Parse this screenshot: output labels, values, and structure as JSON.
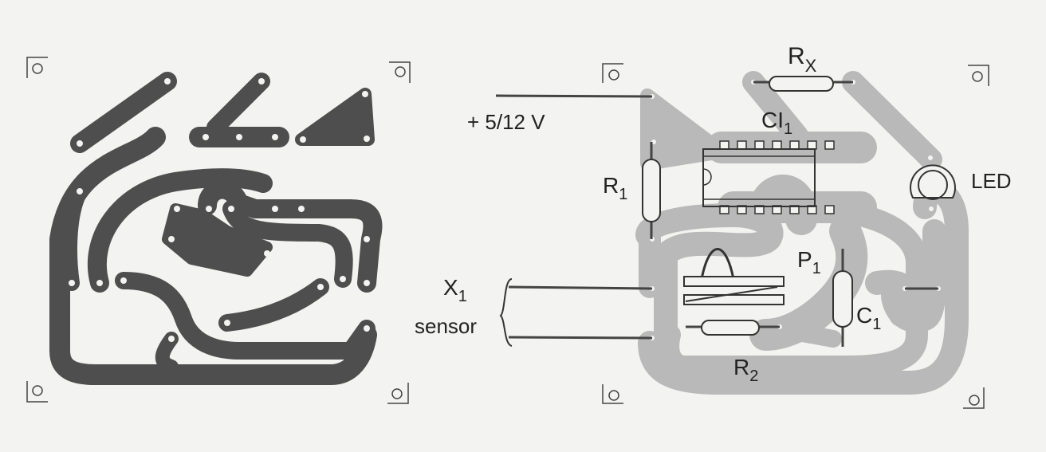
{
  "title": "PCB layout - copper side and component side",
  "colors": {
    "copper_side": "#4e4e4e",
    "component_side_copper": "#b9b9b9",
    "ink": "#222222"
  },
  "labels": {
    "supply": "+ 5/12 V",
    "rx": {
      "main": "R",
      "sub": "X"
    },
    "ci1": {
      "main": "CI",
      "sub": "1"
    },
    "r1": {
      "main": "R",
      "sub": "1"
    },
    "led": "LED",
    "p1": {
      "main": "P",
      "sub": "1"
    },
    "x1": {
      "main": "X",
      "sub": "1"
    },
    "sensor": "sensor",
    "c1": {
      "main": "C",
      "sub": "1"
    },
    "r2": {
      "main": "R",
      "sub": "2"
    }
  }
}
